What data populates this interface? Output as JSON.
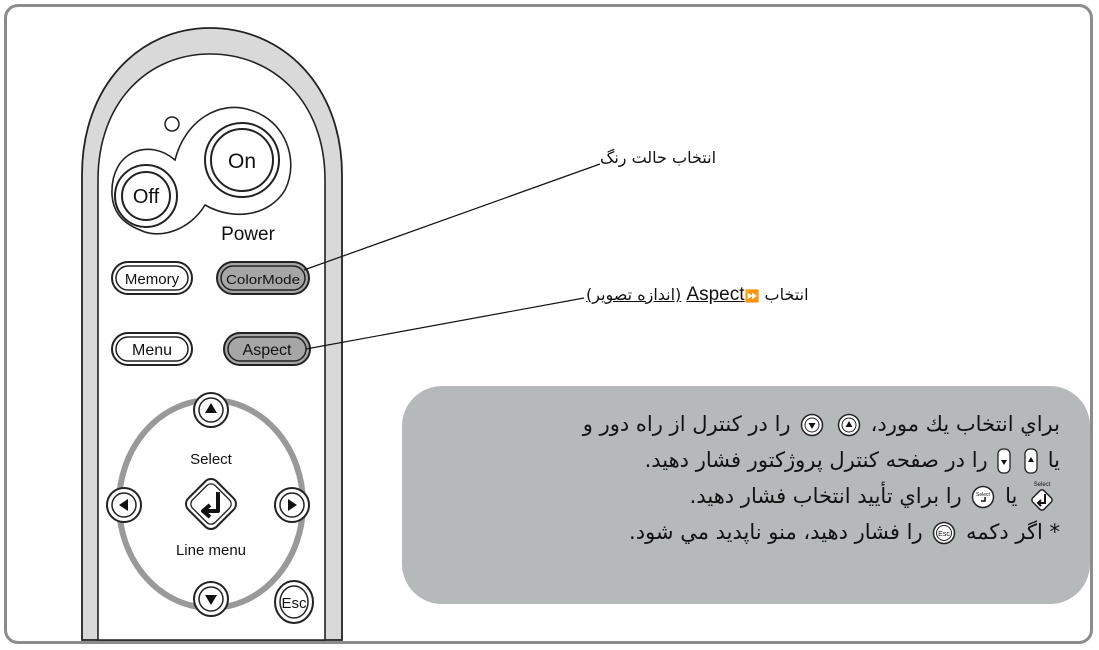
{
  "remote": {
    "power_off": "Off",
    "power_on": "On",
    "power_label": "Power",
    "memory": "Memory",
    "color_mode": "ColorMode",
    "menu": "Menu",
    "aspect": "Aspect",
    "select_label": "Select",
    "line_menu_label": "Line menu",
    "esc": "Esc"
  },
  "callouts": {
    "color_mode_text": "انتخاب حالت رنگ",
    "aspect_prefix": "انتخاب",
    "aspect_arrow": "⏩",
    "aspect_word": "Aspect",
    "aspect_suffix": "(اندازه تصوير)"
  },
  "note": {
    "line1_a": "براي انتخاب يك مورد،",
    "line1_b": "را در كنترل از راه دور و",
    "line2_a": "يا",
    "line2_b": "را در صفحه كنترل پروژكتور فشار دهيد.",
    "line3_a": "يا",
    "line3_b": "را براي تأييد انتخاب فشار دهيد.",
    "line4_a": "* اگر دكمه",
    "line4_b": "را فشار دهيد، منو ناپديد مي شود.",
    "select_icon_label": "Select",
    "esc_icon_label": "Esc"
  },
  "colors": {
    "frame": "#8c8c8c",
    "remote_outer": "#d8d8d8",
    "remote_inner": "#ffffff",
    "highlight_button": "#a6a6a6",
    "note_bg": "#b6b9ba",
    "text": "#111111"
  }
}
